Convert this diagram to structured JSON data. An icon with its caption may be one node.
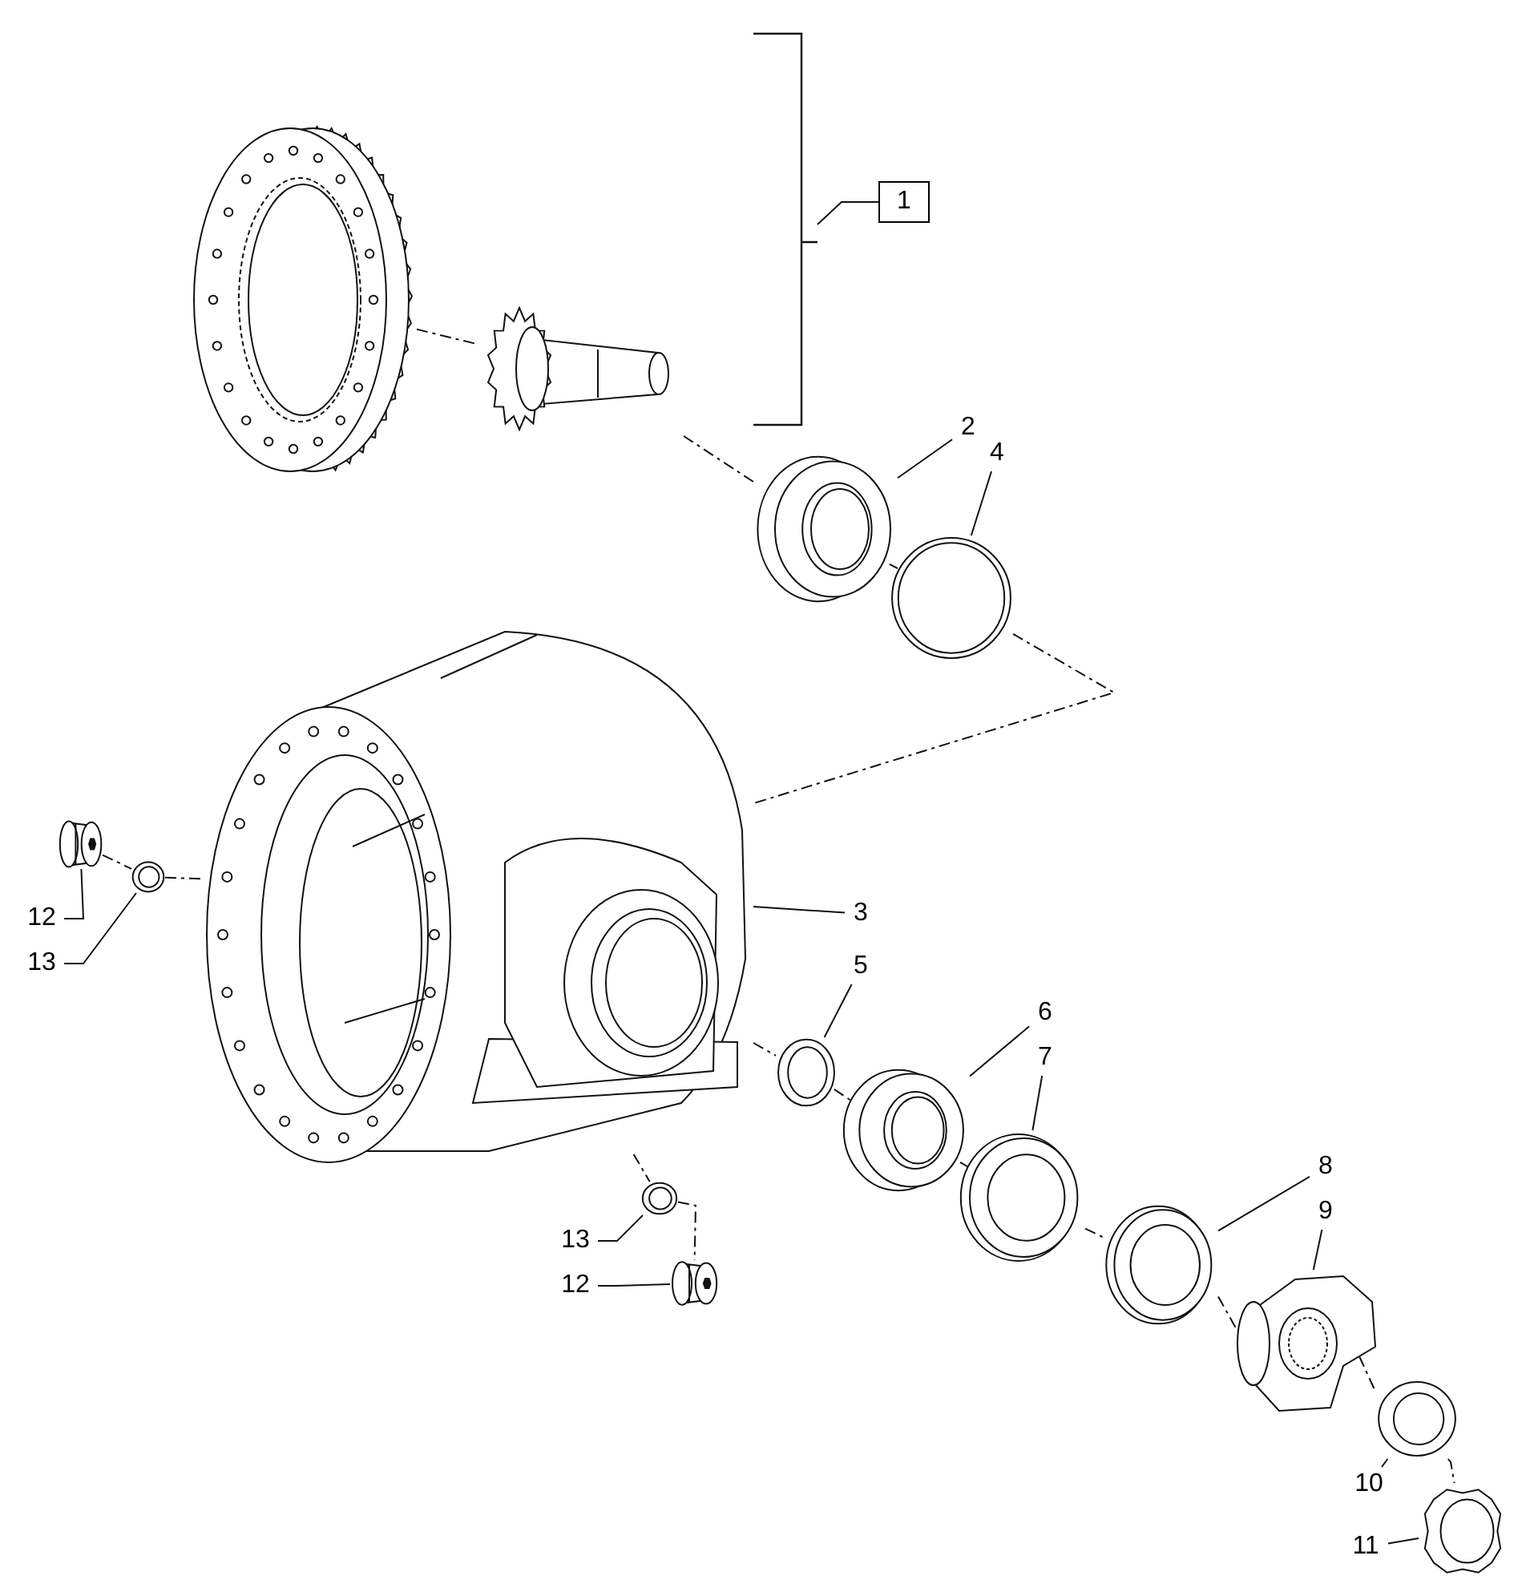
{
  "diagram": {
    "nodes": [
      {
        "text": [
          "1"
        ]
      },
      {
        "text": [],
        "shape": "bracket"
      },
      {
        "text": [],
        "shape": "picture"
      },
      {
        "text": [],
        "shape": "picture"
      },
      {
        "text": [
          "2"
        ]
      },
      {
        "text": [
          "4"
        ]
      },
      {
        "text": [],
        "shape": "picture"
      },
      {
        "text": [],
        "shape": "picture"
      },
      {
        "text": [],
        "shape": "picture"
      },
      {
        "text": [
          "12"
        ]
      },
      {
        "text": [
          "13"
        ]
      },
      {
        "text": [],
        "shape": "cylinder"
      },
      {
        "text": [],
        "shape": "picture"
      },
      {
        "text": [
          "3"
        ]
      },
      {
        "text": [
          "5"
        ]
      },
      {
        "text": [
          "6"
        ]
      },
      {
        "text": [
          "7"
        ]
      },
      {
        "text": [],
        "shape": "picture"
      },
      {
        "text": [],
        "shape": "picture"
      },
      {
        "text": [],
        "shape": "picture"
      },
      {
        "text": [
          "13"
        ]
      },
      {
        "text": [
          "12"
        ]
      },
      {
        "text": [],
        "shape": "picture"
      },
      {
        "text": [],
        "shape": "cylinder"
      },
      {
        "text": [
          "8"
        ]
      },
      {
        "text": [
          "9"
        ]
      },
      {
        "text": [],
        "shape": "picture"
      },
      {
        "text": [],
        "shape": "picture"
      },
      {
        "text": [
          "10"
        ]
      },
      {
        "text": [],
        "shape": "picture"
      },
      {
        "text": [
          "11"
        ]
      },
      {
        "text": [],
        "shape": "picture"
      }
    ],
    "edges": [
      {
        "from": 0,
        "to": 1,
        "arrow": "none"
      },
      {
        "from": 4,
        "to": 6,
        "arrow": "none"
      },
      {
        "from": 5,
        "to": 7,
        "arrow": "none"
      },
      {
        "from": 13,
        "to": 8,
        "arrow": "none"
      },
      {
        "from": 14,
        "to": 17,
        "arrow": "none"
      },
      {
        "from": 15,
        "to": 18,
        "arrow": "none"
      },
      {
        "from": 16,
        "to": 19,
        "arrow": "none"
      },
      {
        "from": 24,
        "to": 26,
        "arrow": "none"
      },
      {
        "from": 25,
        "to": 27,
        "arrow": "none"
      },
      {
        "from": 28,
        "to": 29,
        "arrow": "none"
      },
      {
        "from": 30,
        "to": 31,
        "arrow": "none"
      },
      {
        "from": 9,
        "to": 11,
        "arrow": "none"
      },
      {
        "from": 10,
        "to": 12,
        "arrow": "none"
      },
      {
        "from": 20,
        "to": 22,
        "arrow": "none"
      },
      {
        "from": 21,
        "to": 23,
        "arrow": "none"
      },
      {
        "from": 2,
        "to": 3,
        "arrow": "none",
        "style": "dashed"
      },
      {
        "from": 3,
        "to": 6,
        "arrow": "none",
        "style": "dashed"
      },
      {
        "from": 6,
        "to": 7,
        "arrow": "none",
        "style": "dashed"
      },
      {
        "from": 7,
        "to": 8,
        "arrow": "none",
        "style": "dashed"
      },
      {
        "from": 11,
        "to": 12,
        "arrow": "none",
        "style": "dashed"
      },
      {
        "from": 12,
        "to": 8,
        "arrow": "none",
        "style": "dashed"
      },
      {
        "from": 8,
        "to": 17,
        "arrow": "none",
        "style": "dashed"
      },
      {
        "from": 17,
        "to": 18,
        "arrow": "none",
        "style": "dashed"
      },
      {
        "from": 18,
        "to": 19,
        "arrow": "none",
        "style": "dashed"
      },
      {
        "from": 19,
        "to": 26,
        "arrow": "none",
        "style": "dashed"
      },
      {
        "from": 26,
        "to": 27,
        "arrow": "none",
        "style": "dashed"
      },
      {
        "from": 27,
        "to": 29,
        "arrow": "none",
        "style": "dashed"
      },
      {
        "from": 29,
        "to": 31,
        "arrow": "none",
        "style": "dashed"
      },
      {
        "from": 8,
        "to": 22,
        "arrow": "none",
        "style": "dashed"
      },
      {
        "from": 22,
        "to": 23,
        "arrow": "none",
        "style": "dashed"
      }
    ]
  }
}
